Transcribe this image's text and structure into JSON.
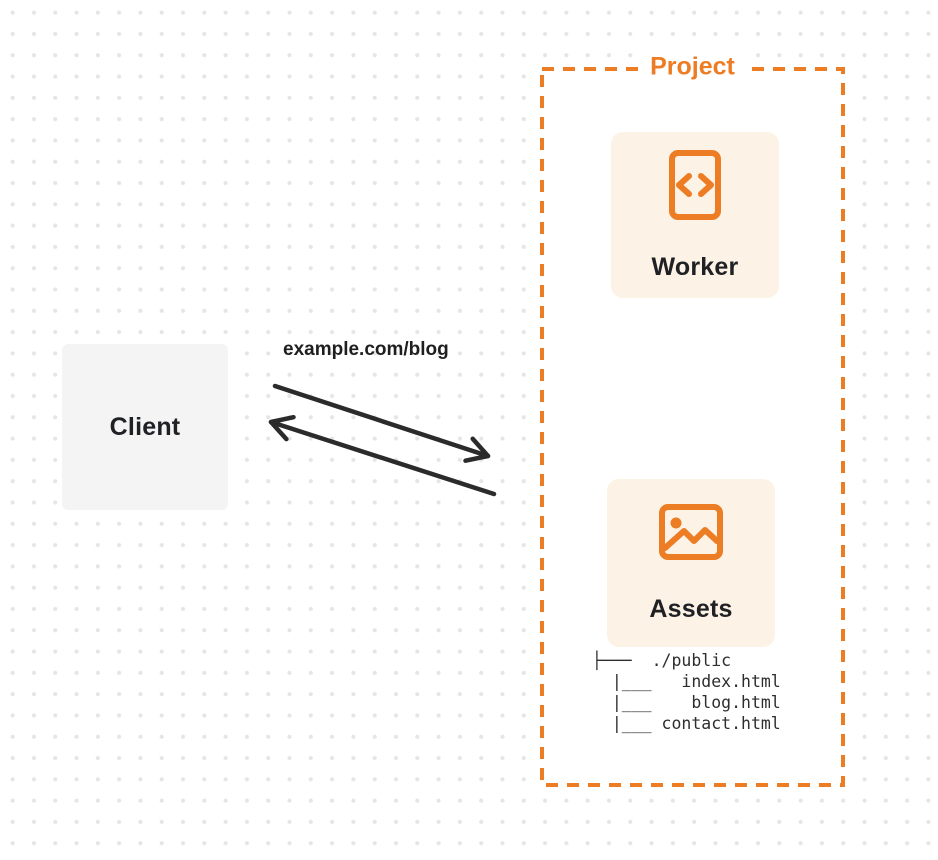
{
  "client": {
    "label": "Client"
  },
  "request": {
    "url_label": "example.com/blog"
  },
  "project": {
    "title": "Project",
    "worker": {
      "label": "Worker",
      "icon": "code-file-icon"
    },
    "assets": {
      "label": "Assets",
      "icon": "image-icon",
      "file_tree": "├───  ./public\n  |___   index.html\n  |___    blog.html\n  |___ contact.html"
    }
  },
  "colors": {
    "accent_orange": "#ed7d24",
    "card_cream": "#fcf2e5",
    "client_gray": "#f4f4f5",
    "ink": "#2b2b2b",
    "dot_gray": "#e5e5e5"
  }
}
